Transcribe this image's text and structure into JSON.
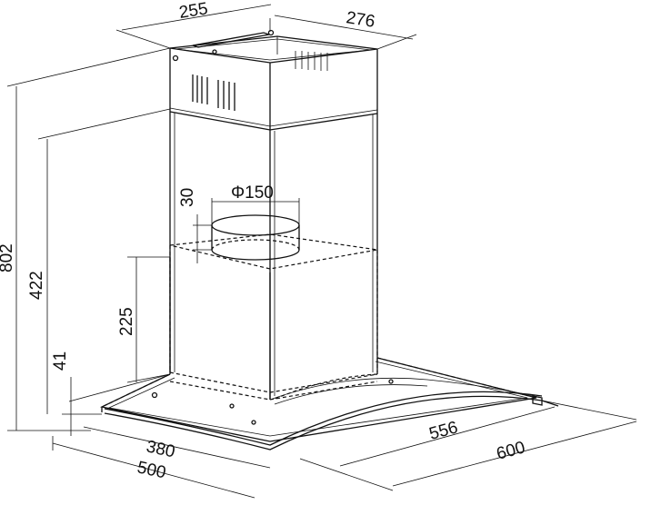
{
  "diagram": {
    "dimensions": {
      "top_depth": "255",
      "top_width": "276",
      "total_height": "802",
      "chimney_height": "422",
      "canopy_height": "41",
      "lower_chimney_height": "225",
      "collar_height": "30",
      "duct_diameter": "Φ150",
      "glass_inner_depth": "380",
      "glass_depth": "500",
      "glass_inner_width": "556",
      "glass_width": "600"
    },
    "colors": {
      "line": "#111111",
      "background": "#ffffff"
    }
  }
}
